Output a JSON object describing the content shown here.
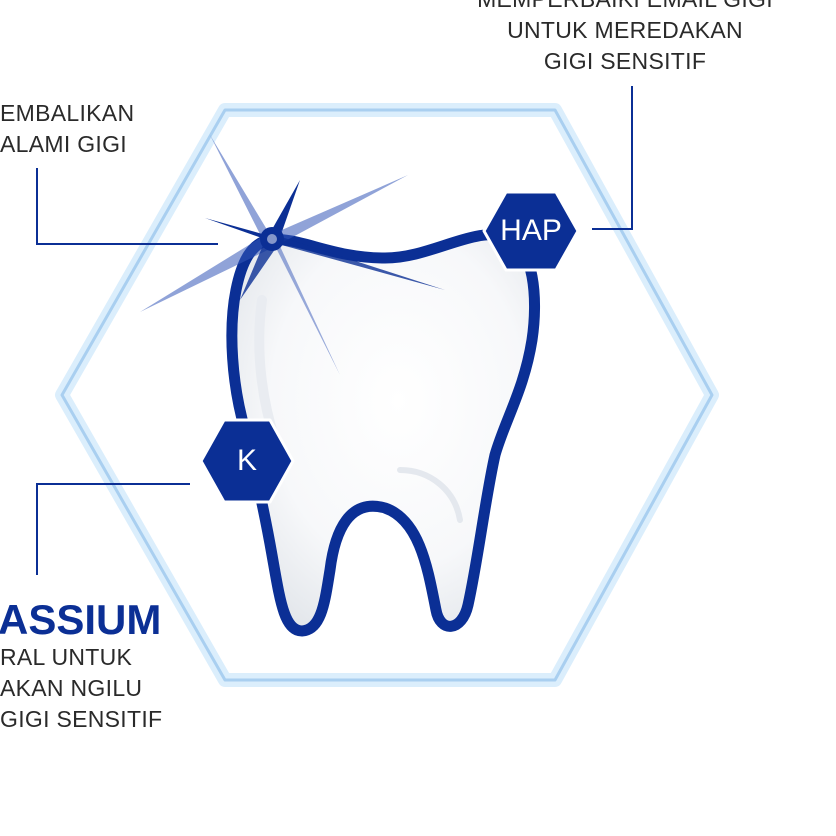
{
  "callouts": {
    "top_right": {
      "line1": "MEMPERBAIKI EMAIL GIGI",
      "line2": "UNTUK MEREDAKAN",
      "line3": "GIGI SENSITIF"
    },
    "top_left": {
      "line1": "EMBALIKAN",
      "line2": "ALAMI GIGI"
    },
    "bottom_left": {
      "heading": "ASSIUM",
      "line1": "RAL UNTUK",
      "line2": "AKAN NGILU",
      "line3": "GIGI SENSITIF"
    }
  },
  "badges": {
    "hap": "HAP",
    "k": "K"
  },
  "colors": {
    "navy": "#0b2f95",
    "hex_frame": "#bcdcf6",
    "text": "#2a2a2a"
  },
  "icons": [
    "hexagon-frame",
    "tooth-icon",
    "sparkle-icon"
  ]
}
